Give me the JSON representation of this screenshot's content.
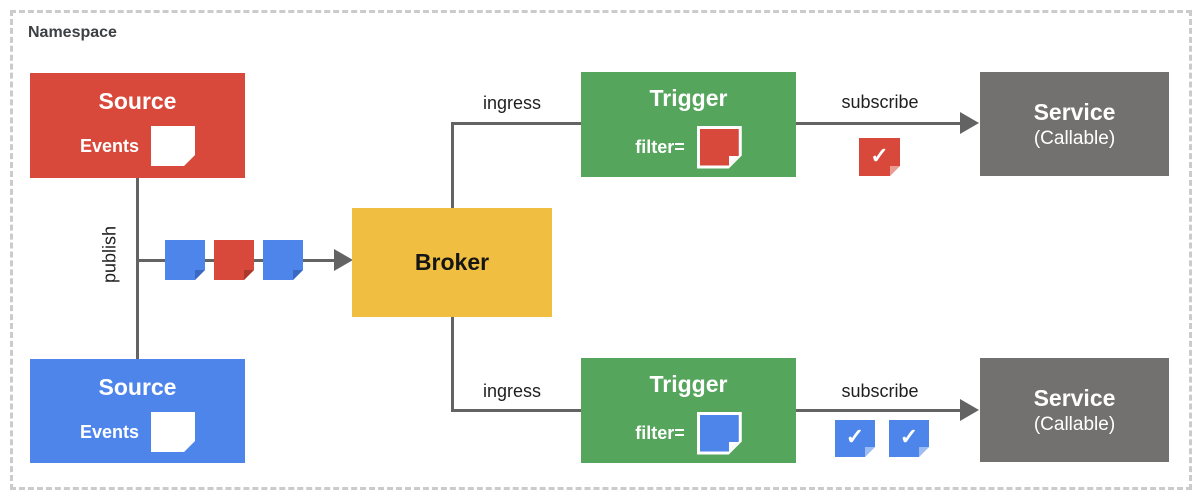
{
  "namespace_label": "Namespace",
  "palette": {
    "source_red": "#D8493C",
    "source_blue": "#4E85EB",
    "trigger_green": "#56A55C",
    "broker_yellow": "#F0BE41",
    "service_gray": "#737070",
    "connector_gray": "#636363",
    "boundary_dash_gray": "#CBCBCB"
  },
  "nodes": {
    "source_top": {
      "title": "Source",
      "events_label": "Events"
    },
    "source_bottom": {
      "title": "Source",
      "events_label": "Events"
    },
    "broker": {
      "title": "Broker"
    },
    "trigger_top": {
      "title": "Trigger",
      "filter_label": "filter=",
      "filter_event_color": "red"
    },
    "trigger_bottom": {
      "title": "Trigger",
      "filter_label": "filter=",
      "filter_event_color": "blue"
    },
    "service_top": {
      "title": "Service",
      "subtitle": "(Callable)"
    },
    "service_bottom": {
      "title": "Service",
      "subtitle": "(Callable)"
    }
  },
  "edge_labels": {
    "publish": "publish",
    "ingress_top": "ingress",
    "ingress_bottom": "ingress",
    "subscribe_top": "subscribe",
    "subscribe_bottom": "subscribe"
  },
  "event_icons": {
    "checkmark_glyph": "✓",
    "pipeline_events": [
      "blue",
      "red",
      "blue"
    ],
    "delivered_top": [
      "red"
    ],
    "delivered_bottom": [
      "blue",
      "blue"
    ]
  }
}
